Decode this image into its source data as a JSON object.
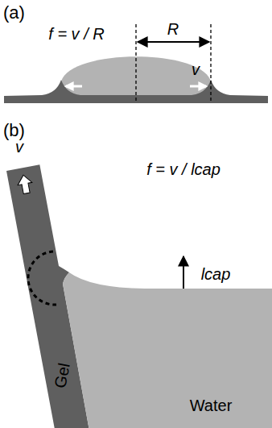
{
  "diagram": {
    "nodes": [
      {
        "text": [
          "Gel"
        ]
      },
      {
        "text": [
          "Water"
        ]
      }
    ],
    "labels": [
      "(a)",
      "f = v / R",
      "R",
      "v",
      "(b)",
      "v",
      "f = v / lcap",
      "lcap"
    ]
  }
}
